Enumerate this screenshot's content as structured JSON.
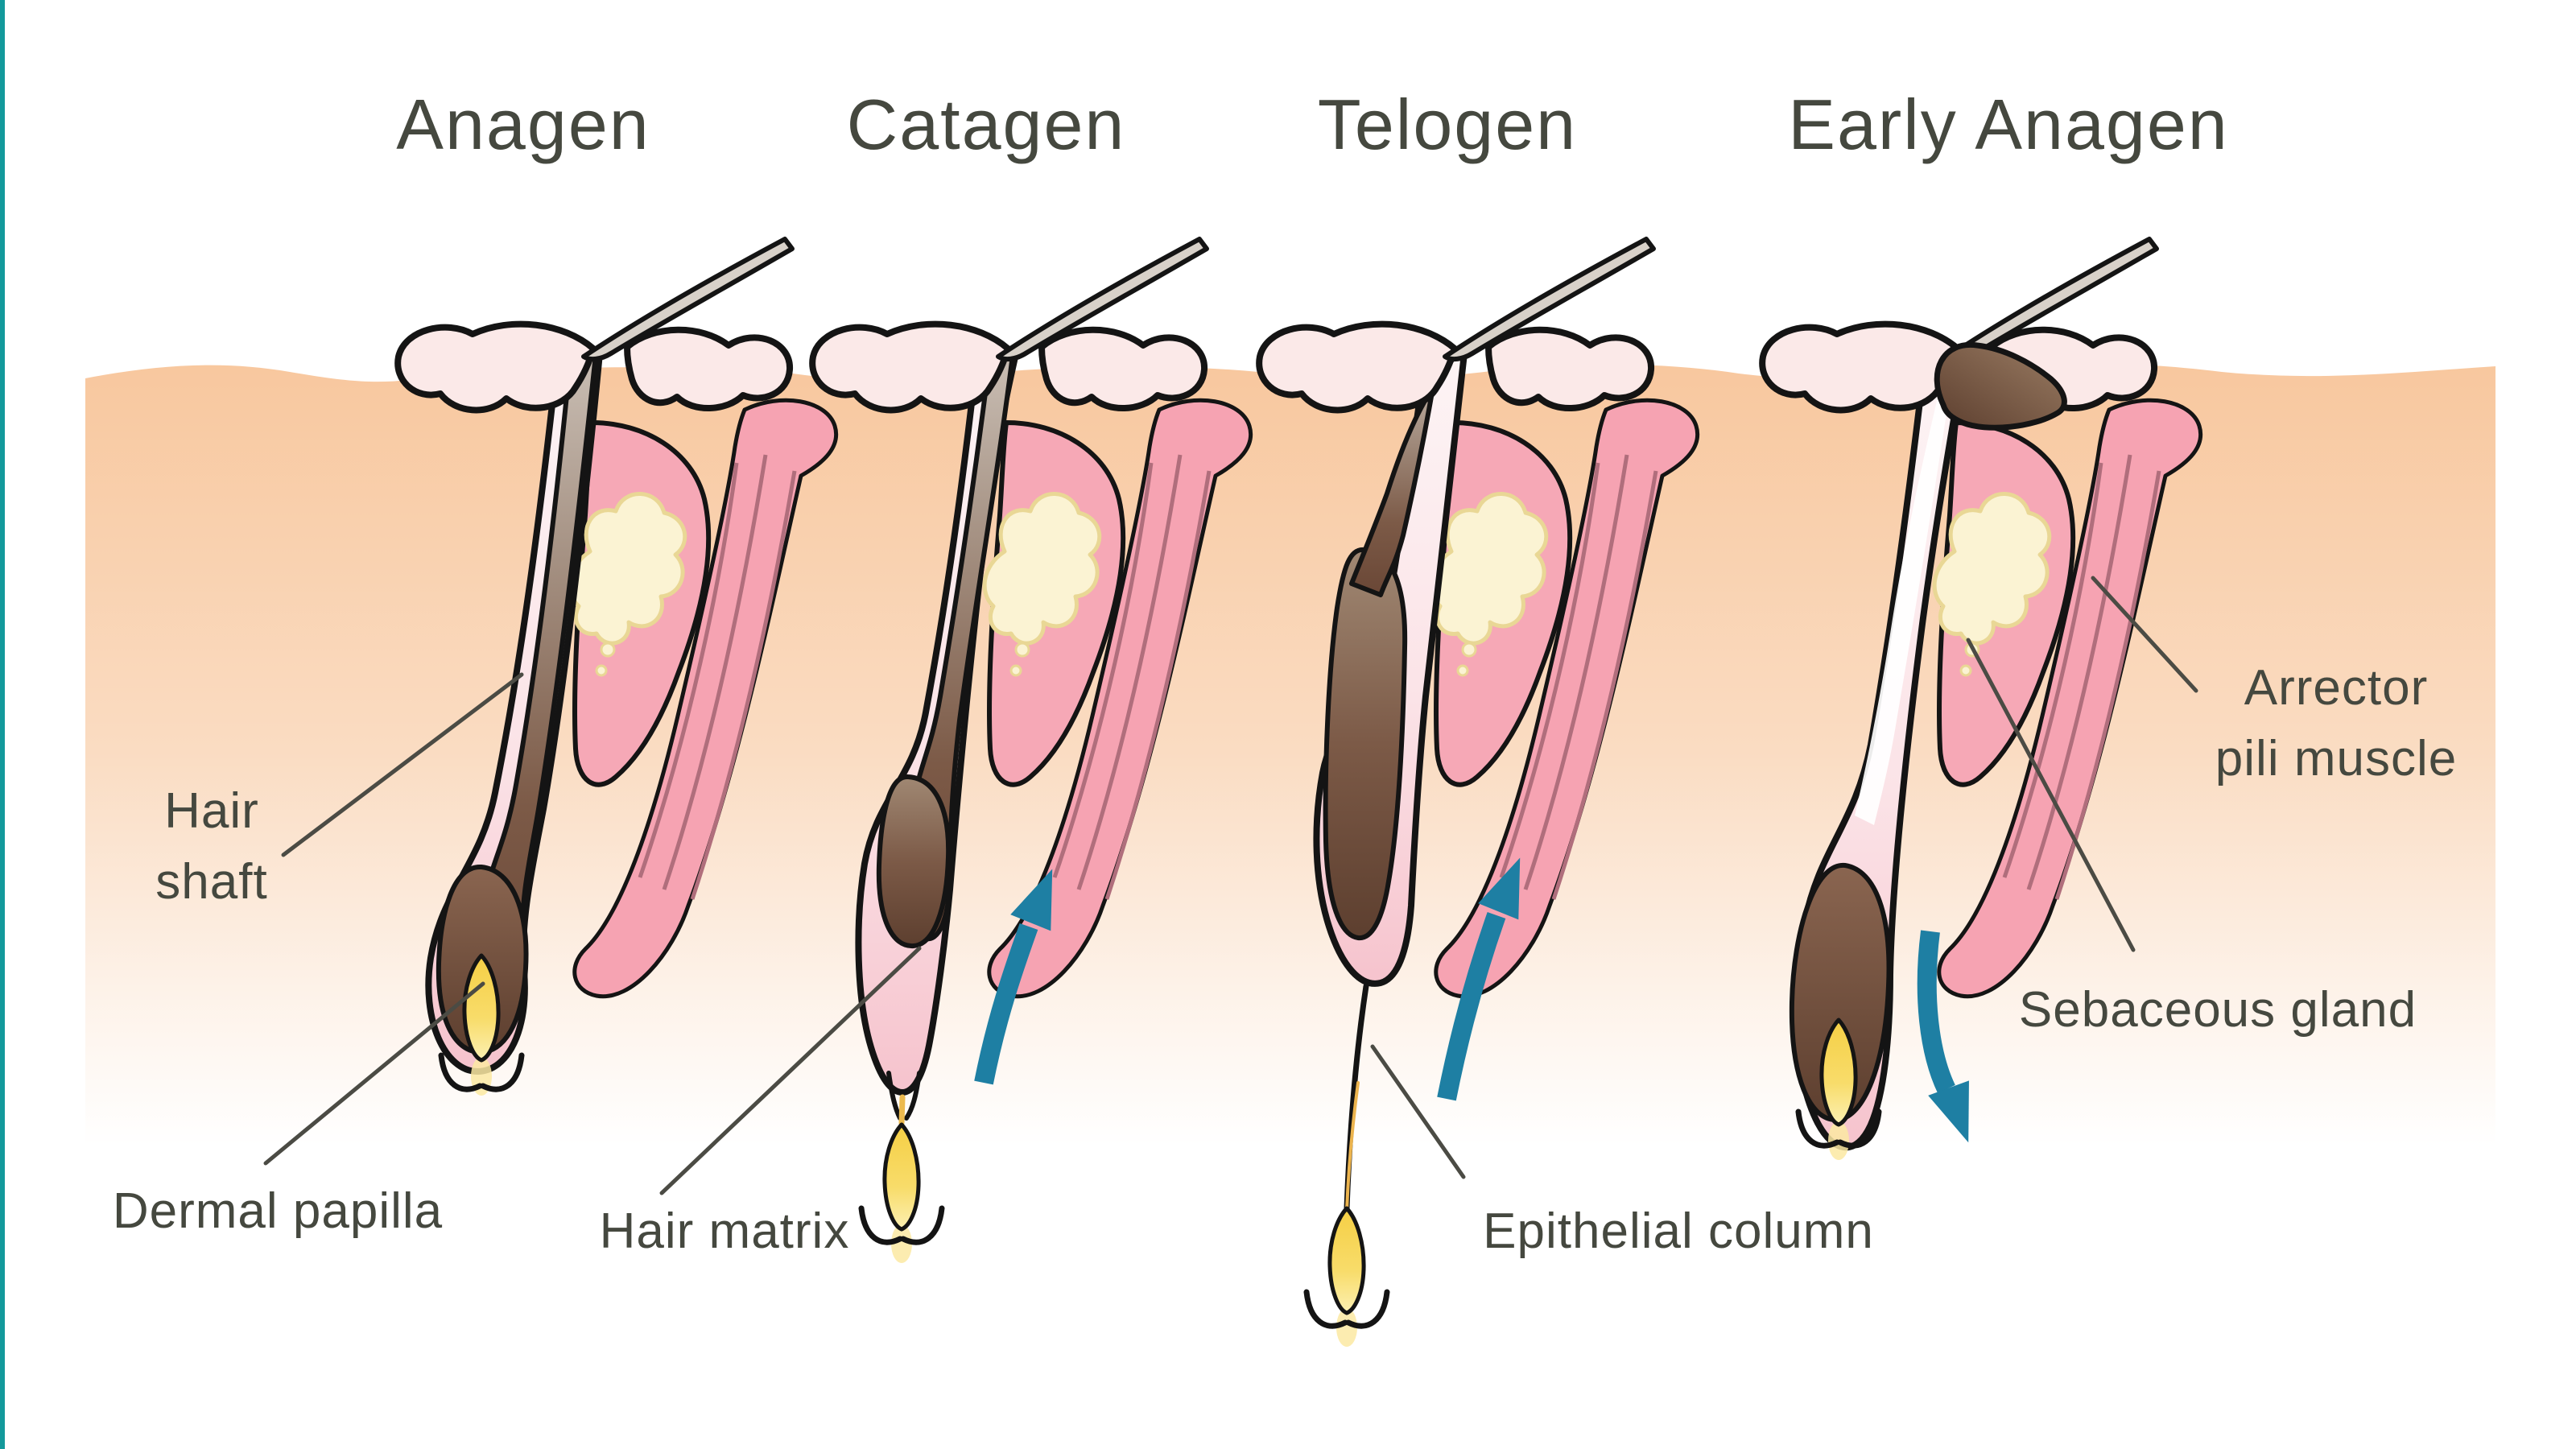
{
  "figure": {
    "type": "hair-growth-cycle-diagram",
    "phases": [
      {
        "label": "Anagen"
      },
      {
        "label": "Catagen"
      },
      {
        "label": "Telogen"
      },
      {
        "label": "Early Anagen"
      }
    ],
    "annotations": {
      "hair_shaft": {
        "line1": "Hair",
        "line2": "shaft"
      },
      "dermal_papilla": {
        "label": "Dermal papilla"
      },
      "hair_matrix": {
        "label": "Hair matrix"
      },
      "epithelial_column": {
        "label": "Epithelial column"
      },
      "arrector_pili": {
        "line1": "Arrector",
        "line2": "pili muscle"
      },
      "sebaceous_gland": {
        "label": "Sebaceous gland"
      }
    },
    "colors": {
      "accent_teal_arrow": "#1e7fa3",
      "left_border_teal": "#13999b",
      "skin_top": "#f8c79d",
      "label_text": "#45483f",
      "muscle_pink": "#f6a3b2",
      "papilla_yellow": "#f5cf45",
      "hair_brown": "#6a4736"
    }
  }
}
